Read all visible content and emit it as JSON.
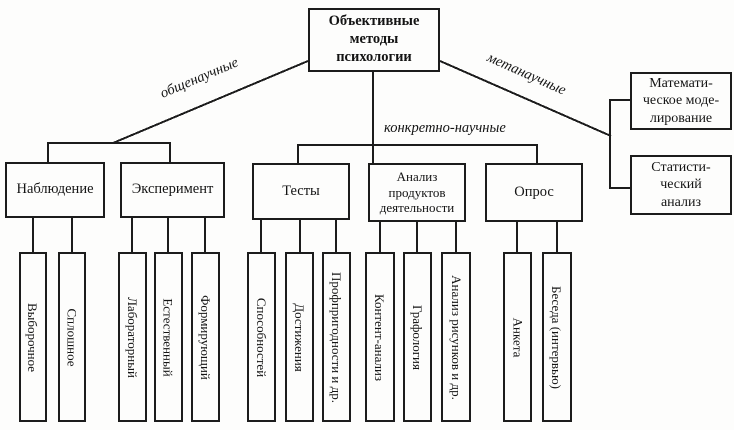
{
  "root_label": "Объективные методы психологии",
  "branch_labels": {
    "left": "общенаучные",
    "middle": "конкретно-научные",
    "right": "метанаучные"
  },
  "groups": {
    "observation": {
      "label": "Наблюдение",
      "children": [
        "Выборочное",
        "Сплошное"
      ]
    },
    "experiment": {
      "label": "Эксперимент",
      "children": [
        "Лабораторный",
        "Естественный",
        "Формирующий"
      ]
    },
    "tests": {
      "label": "Тесты",
      "children": [
        "Способностей",
        "Достижения",
        "Профпригодности и др."
      ]
    },
    "product_analysis": {
      "label": "Анализ продуктов деятельности",
      "children": [
        "Контент-анализ",
        "Графология",
        "Анализ рисунков и др."
      ]
    },
    "survey": {
      "label": "Опрос",
      "children": [
        "Анкета",
        "Беседа (интервью)"
      ]
    }
  },
  "meta_methods": {
    "math_modeling": [
      "Математи-",
      "ческое моде-",
      "лирование"
    ],
    "statistical": [
      "Статисти-",
      "ческий",
      "анализ"
    ]
  },
  "colors": {
    "line": "#1c1c1c",
    "background": "#fdfdfc",
    "text": "#141414"
  }
}
